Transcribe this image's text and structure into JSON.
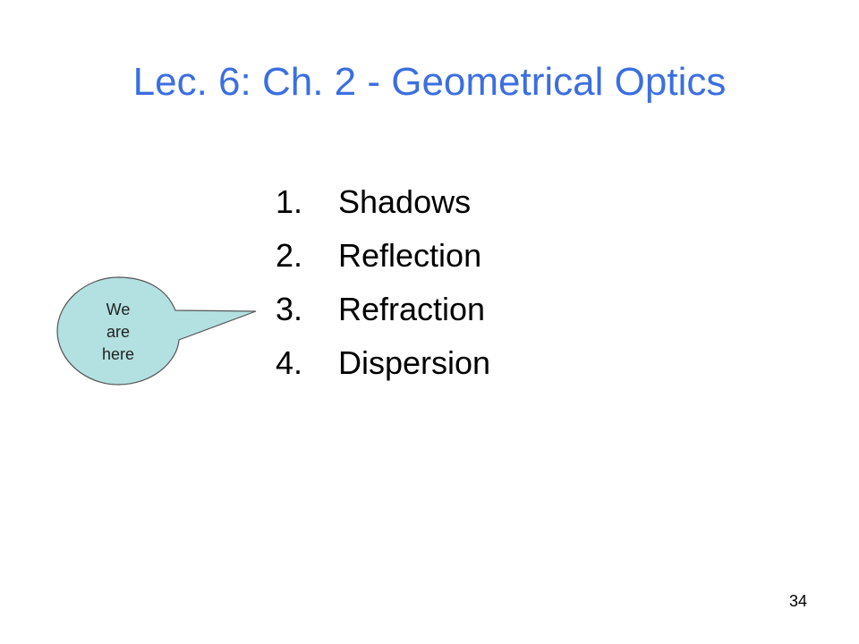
{
  "slide": {
    "title": "Lec. 6: Ch. 2 - Geometrical Optics",
    "items": [
      {
        "number": "1.",
        "label": "Shadows"
      },
      {
        "number": "2.",
        "label": "Reflection"
      },
      {
        "number": "3.",
        "label": "Refraction"
      },
      {
        "number": "4.",
        "label": "Dispersion"
      }
    ],
    "callout": {
      "lines": [
        "We",
        "are",
        "here"
      ],
      "fill_color": "#b3e0e1",
      "stroke_color": "#555555"
    },
    "page_number": "34",
    "title_color": "#3b6fe0"
  }
}
